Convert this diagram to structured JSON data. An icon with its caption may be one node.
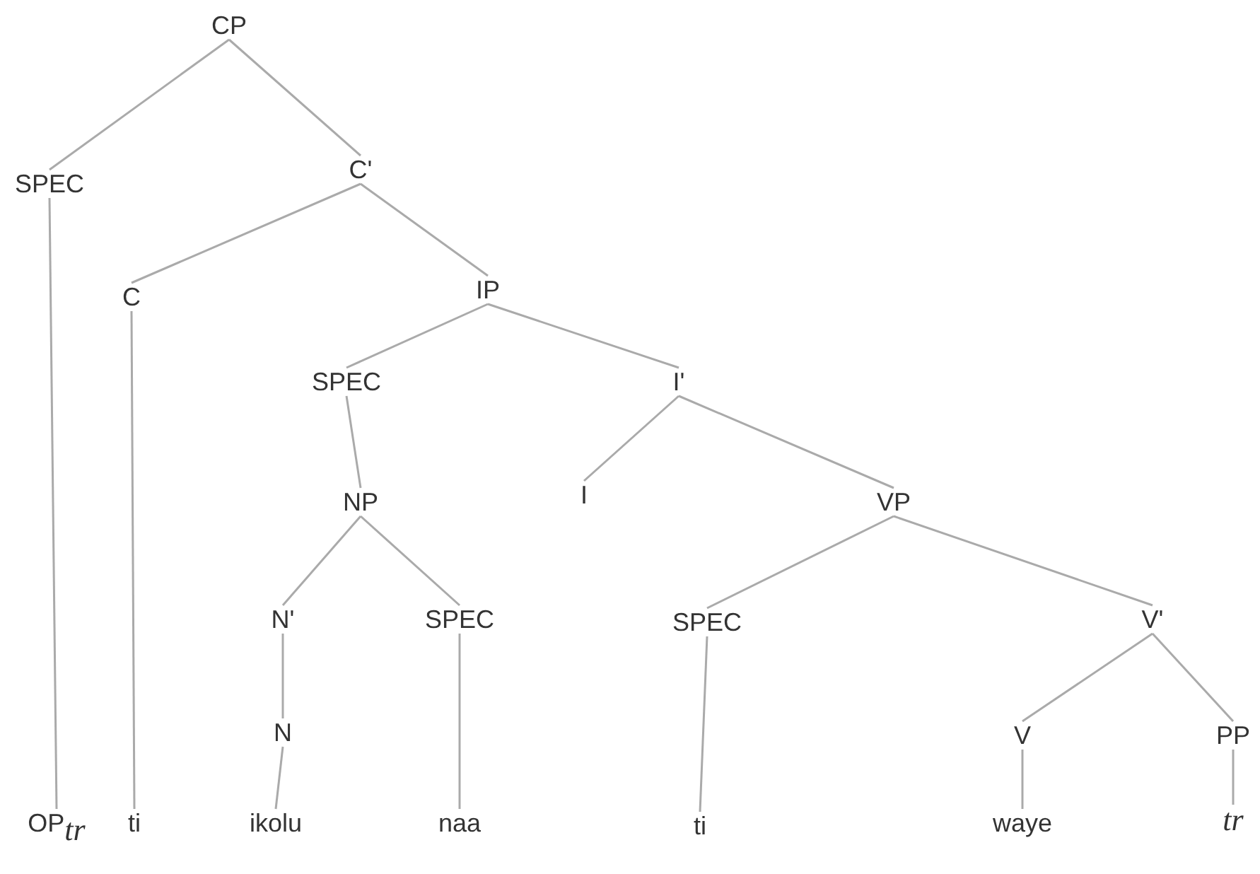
{
  "diagram": {
    "nodes": [
      {
        "text": [
          "CP"
        ]
      },
      {
        "text": [
          "SPEC"
        ]
      },
      {
        "text": [
          "C'"
        ]
      },
      {
        "text": [
          "C"
        ]
      },
      {
        "text": [
          "IP"
        ]
      },
      {
        "text": [
          "SPEC"
        ]
      },
      {
        "text": [
          "I'"
        ]
      },
      {
        "text": [
          "NP"
        ]
      },
      {
        "text": [
          "I"
        ]
      },
      {
        "text": [
          "VP"
        ]
      },
      {
        "text": [
          "N'"
        ]
      },
      {
        "text": [
          "SPEC"
        ]
      },
      {
        "text": [
          "SPEC"
        ]
      },
      {
        "text": [
          "V'"
        ]
      },
      {
        "text": [
          "N"
        ]
      },
      {
        "text": [
          "V"
        ]
      },
      {
        "text": [
          "PP"
        ]
      },
      {
        "text": [
          "OP$_{tr}$"
        ]
      },
      {
        "text": [
          "ti"
        ]
      },
      {
        "text": [
          "ikolu"
        ]
      },
      {
        "text": [
          "naa"
        ]
      },
      {
        "text": [
          "ti"
        ]
      },
      {
        "text": [
          "waye"
        ]
      },
      {
        "text": [
          "tr"
        ]
      }
    ],
    "edges": [
      {
        "from": 0,
        "to": 1,
        "arrow": "none"
      },
      {
        "from": 0,
        "to": 2,
        "arrow": "none"
      },
      {
        "from": 2,
        "to": 3,
        "arrow": "none"
      },
      {
        "from": 2,
        "to": 4,
        "arrow": "none"
      },
      {
        "from": 4,
        "to": 5,
        "arrow": "none"
      },
      {
        "from": 4,
        "to": 6,
        "arrow": "none"
      },
      {
        "from": 5,
        "to": 7,
        "arrow": "none"
      },
      {
        "from": 6,
        "to": 8,
        "arrow": "none"
      },
      {
        "from": 6,
        "to": 9,
        "arrow": "none"
      },
      {
        "from": 7,
        "to": 10,
        "arrow": "none"
      },
      {
        "from": 7,
        "to": 11,
        "arrow": "none"
      },
      {
        "from": 9,
        "to": 12,
        "arrow": "none"
      },
      {
        "from": 9,
        "to": 13,
        "arrow": "none"
      },
      {
        "from": 10,
        "to": 14,
        "arrow": "none"
      },
      {
        "from": 13,
        "to": 15,
        "arrow": "none"
      },
      {
        "from": 13,
        "to": 16,
        "arrow": "none"
      },
      {
        "from": 1,
        "to": 17,
        "arrow": "none"
      },
      {
        "from": 3,
        "to": 18,
        "arrow": "none"
      },
      {
        "from": 14,
        "to": 19,
        "arrow": "none"
      },
      {
        "from": 11,
        "to": 20,
        "arrow": "none"
      },
      {
        "from": 12,
        "to": 21,
        "arrow": "none"
      },
      {
        "from": 15,
        "to": 22,
        "arrow": "none"
      },
      {
        "from": 16,
        "to": 23,
        "arrow": "none"
      }
    ]
  }
}
